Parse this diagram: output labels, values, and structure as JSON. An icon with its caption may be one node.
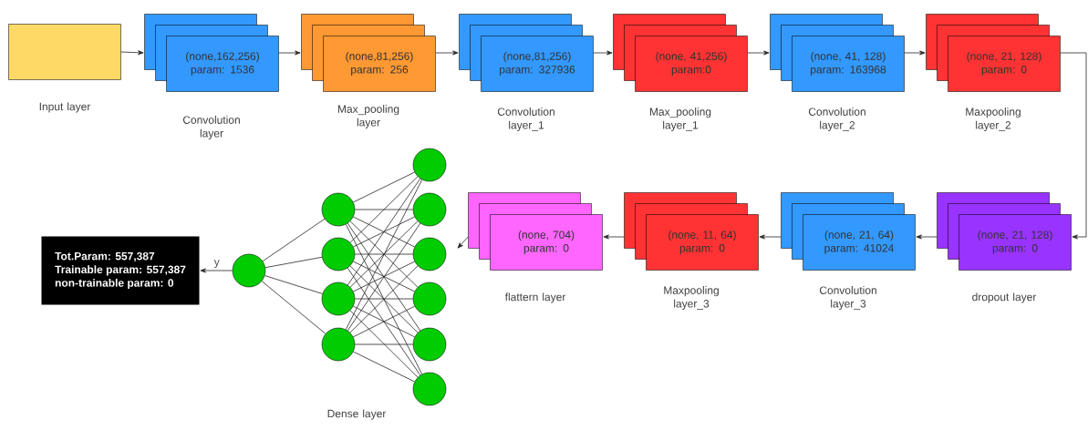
{
  "diagram": {
    "nodes": [
      {
        "text": [],
        "shape": "box",
        "beside": [
          "Input layer"
        ]
      },
      {
        "text": [
          "(none,162,256)",
          "param: 1536"
        ],
        "beside": [
          "Convolution layer"
        ]
      },
      {
        "text": [
          "(none,81,256)",
          "param: 256"
        ],
        "beside": [
          "Max_pooling layer"
        ]
      },
      {
        "text": [
          "(none,81,256)",
          "param: 327936"
        ],
        "beside": [
          "Convolution layer_1"
        ]
      },
      {
        "text": [
          "(none, 41,256)",
          "param:0"
        ],
        "beside": [
          "Max_pooling layer_1"
        ]
      },
      {
        "text": [
          "(none, 41, 128)",
          "param: 163968"
        ],
        "beside": [
          "Convolution layer_2"
        ]
      },
      {
        "text": [
          "(none, 21, 128)",
          "param: 0"
        ],
        "beside": [
          "Maxpooling layer_2"
        ]
      },
      {
        "text": [
          "(none, 21, 128)",
          "param: 0"
        ],
        "beside": [
          "dropout layer"
        ]
      },
      {
        "text": [
          "(none, 21, 64)",
          "param: 41024"
        ],
        "beside": [
          "Convolution layer_3"
        ]
      },
      {
        "text": [
          "(none, 11, 64)",
          "param: 0"
        ],
        "beside": [
          "Maxpooling layer_3"
        ]
      },
      {
        "text": [
          "(none, 704)",
          "param: 0"
        ],
        "beside": [
          "flattern layer"
        ]
      },
      {
        "text": [],
        "shape": "circle"
      },
      {
        "text": [],
        "shape": "circle"
      },
      {
        "text": [],
        "shape": "circle"
      },
      {
        "text": [],
        "shape": "circle"
      },
      {
        "text": [],
        "shape": "circle"
      },
      {
        "text": [],
        "shape": "circle"
      },
      {
        "text": [],
        "shape": "circle"
      },
      {
        "text": [],
        "shape": "circle"
      },
      {
        "text": [],
        "shape": "circle"
      },
      {
        "text": [],
        "shape": "circle"
      },
      {
        "text": [],
        "shape": "circle"
      },
      {
        "text": [
          "Tot.Param: 557,387",
          "Trainable param: 557,387",
          "non-trainable param: 0"
        ]
      }
    ],
    "edges": [
      {
        "from": 0,
        "to": 1,
        "arrow": "to"
      },
      {
        "from": 1,
        "to": 2,
        "arrow": "to"
      },
      {
        "from": 2,
        "to": 3,
        "arrow": "to"
      },
      {
        "from": 3,
        "to": 4,
        "arrow": "to"
      },
      {
        "from": 4,
        "to": 5,
        "arrow": "to"
      },
      {
        "from": 5,
        "to": 6,
        "arrow": "to"
      },
      {
        "from": 6,
        "to": 7,
        "arrow": "to"
      },
      {
        "from": 7,
        "to": 8,
        "arrow": "to"
      },
      {
        "from": 8,
        "to": 9,
        "arrow": "to"
      },
      {
        "from": 9,
        "to": 10,
        "arrow": "to"
      },
      {
        "from": 10,
        "to": 13,
        "arrow": "to"
      },
      {
        "from": 11,
        "to": 17,
        "arrow": "none"
      },
      {
        "from": 11,
        "to": 18,
        "arrow": "none"
      },
      {
        "from": 11,
        "to": 19,
        "arrow": "none"
      },
      {
        "from": 11,
        "to": 20,
        "arrow": "none"
      },
      {
        "from": 12,
        "to": 17,
        "arrow": "none"
      },
      {
        "from": 12,
        "to": 18,
        "arrow": "none"
      },
      {
        "from": 12,
        "to": 19,
        "arrow": "none"
      },
      {
        "from": 12,
        "to": 20,
        "arrow": "none"
      },
      {
        "from": 13,
        "to": 17,
        "arrow": "none"
      },
      {
        "from": 13,
        "to": 18,
        "arrow": "none"
      },
      {
        "from": 13,
        "to": 19,
        "arrow": "none"
      },
      {
        "from": 13,
        "to": 20,
        "arrow": "none"
      },
      {
        "from": 14,
        "to": 17,
        "arrow": "none"
      },
      {
        "from": 14,
        "to": 18,
        "arrow": "none"
      },
      {
        "from": 14,
        "to": 19,
        "arrow": "none"
      },
      {
        "from": 14,
        "to": 20,
        "arrow": "none"
      },
      {
        "from": 15,
        "to": 17,
        "arrow": "none"
      },
      {
        "from": 15,
        "to": 18,
        "arrow": "none"
      },
      {
        "from": 15,
        "to": 19,
        "arrow": "none"
      },
      {
        "from": 15,
        "to": 20,
        "arrow": "none"
      },
      {
        "from": 16,
        "to": 17,
        "arrow": "none"
      },
      {
        "from": 16,
        "to": 18,
        "arrow": "none"
      },
      {
        "from": 16,
        "to": 19,
        "arrow": "none"
      },
      {
        "from": 16,
        "to": 20,
        "arrow": "none"
      },
      {
        "from": 17,
        "to": 21,
        "arrow": "none"
      },
      {
        "from": 18,
        "to": 21,
        "arrow": "none"
      },
      {
        "from": 19,
        "to": 21,
        "arrow": "none"
      },
      {
        "from": 20,
        "to": 21,
        "arrow": "none"
      },
      {
        "from": 21,
        "to": 22,
        "arrow": "to",
        "label": "y"
      }
    ],
    "labels": [
      "Dense layer"
    ]
  }
}
